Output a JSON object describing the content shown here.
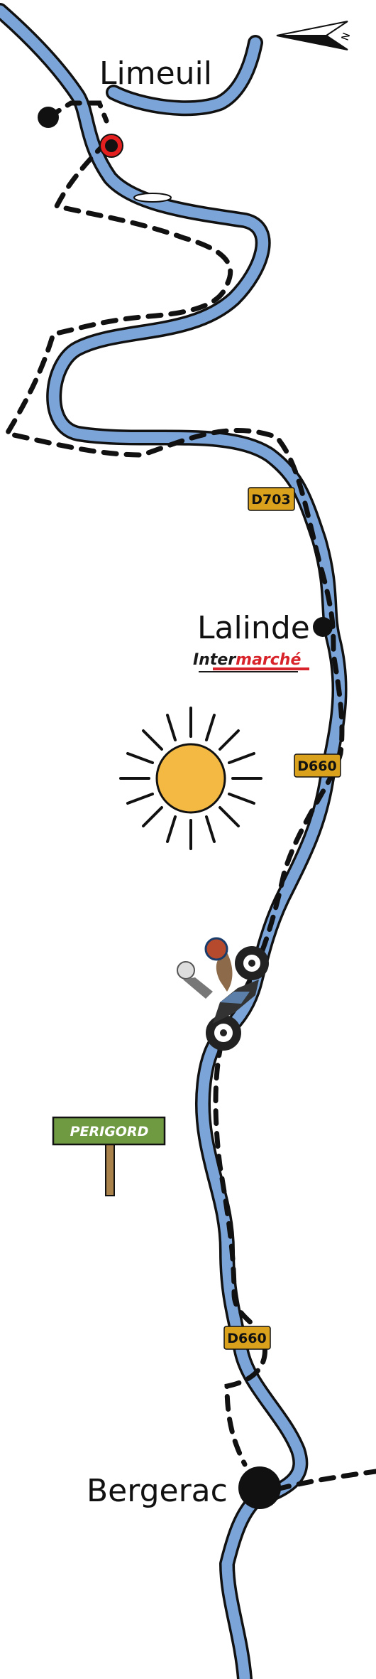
{
  "towns": {
    "limeuil": "Limeuil",
    "lalinde": "Lalinde",
    "bergerac": "Bergerac"
  },
  "compass": {
    "label": "N"
  },
  "roads": {
    "d703": "D703",
    "d660_upper": "D660",
    "d660_lower": "D660"
  },
  "signpost": {
    "label": "PERIGORD"
  },
  "store": {
    "part1": "Inter",
    "part2": "marché"
  },
  "colors": {
    "river": "#7ba4d8",
    "route": "#111111",
    "road_sign": "#d9a11c",
    "sign_board": "#6f9a42",
    "sign_post": "#a9814b",
    "sun": "#f4b942",
    "start_marker": "#e41f1f",
    "store_red": "#d8232a",
    "store_dark": "#1a1a1a"
  },
  "icons": {
    "compass": "compass-arrow-icon",
    "sun": "sun-icon",
    "motorcycle": "motorcycle-rider-icon",
    "start": "start-marker-icon",
    "town": "town-dot-icon"
  }
}
